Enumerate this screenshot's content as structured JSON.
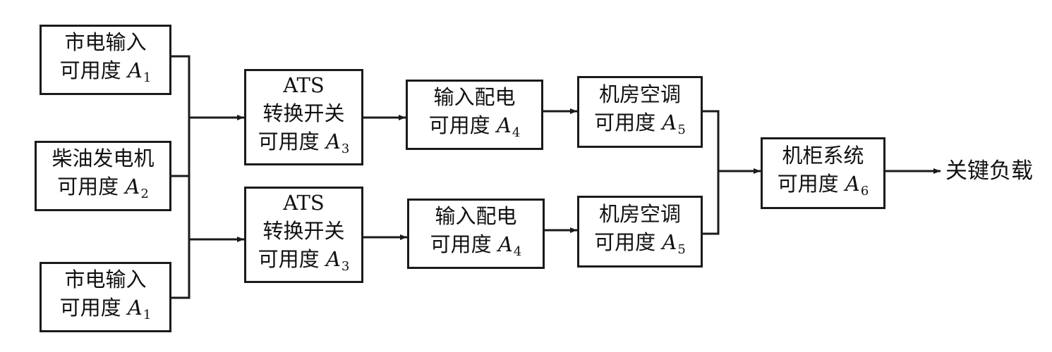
{
  "blocks": {
    "mains_top": {
      "line1": "市电输入",
      "avail": "可用度",
      "var": "A",
      "sub": "1"
    },
    "diesel": {
      "line1": "柴油发电机",
      "avail": "可用度",
      "var": "A",
      "sub": "2"
    },
    "mains_bottom": {
      "line1": "市电输入",
      "avail": "可用度",
      "var": "A",
      "sub": "1"
    },
    "ats_top": {
      "line1": "ATS",
      "line2": "转换开关",
      "avail": "可用度",
      "var": "A",
      "sub": "3"
    },
    "ats_bottom": {
      "line1": "ATS",
      "line2": "转换开关",
      "avail": "可用度",
      "var": "A",
      "sub": "3"
    },
    "dist_top": {
      "line1": "输入配电",
      "avail": "可用度",
      "var": "A",
      "sub": "4"
    },
    "dist_bottom": {
      "line1": "输入配电",
      "avail": "可用度",
      "var": "A",
      "sub": "4"
    },
    "ac_top": {
      "line1": "机房空调",
      "avail": "可用度",
      "var": "A",
      "sub": "5"
    },
    "ac_bottom": {
      "line1": "机房空调",
      "avail": "可用度",
      "var": "A",
      "sub": "5"
    },
    "cabinet": {
      "line1": "机柜系统",
      "avail": "可用度",
      "var": "A",
      "sub": "6"
    }
  },
  "output_label": "关键负载",
  "colors": {
    "line": "#1a1a1a",
    "background": "#ffffff"
  }
}
